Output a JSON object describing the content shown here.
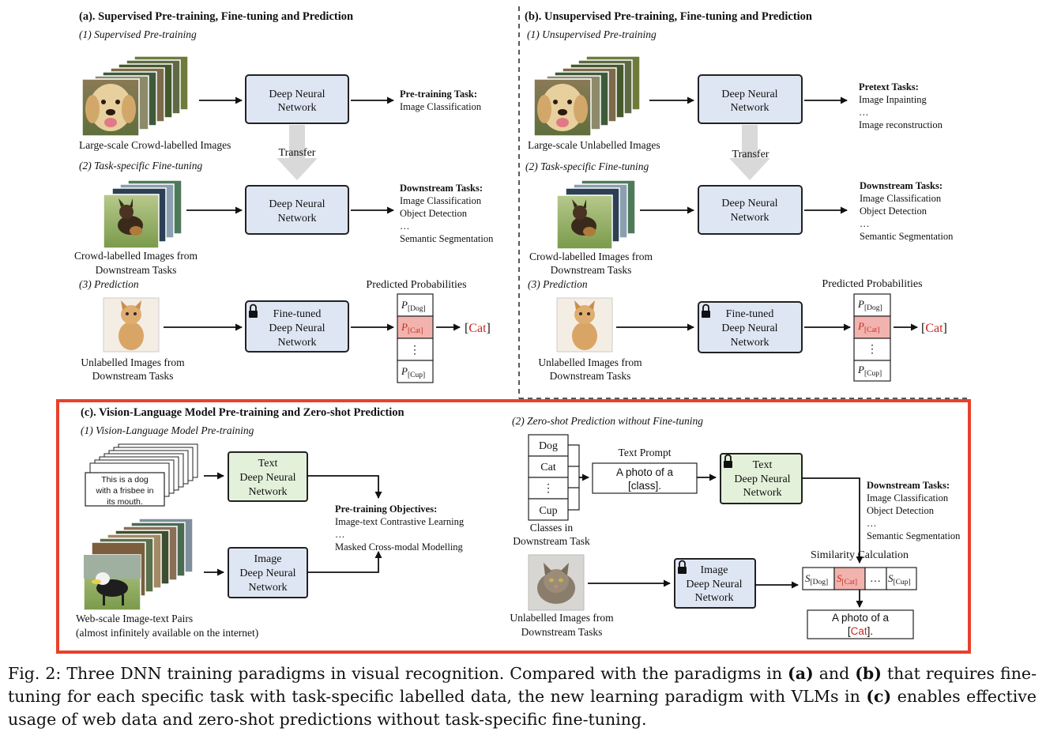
{
  "colors": {
    "dnn_blue": "#dfe6f3",
    "dnn_green": "#e4f1da",
    "highlight_pink": "#f2b3ae",
    "frame_red": "#e8412b",
    "cat_red": "#c62a22",
    "arrow_gray": "#d9d9d9"
  },
  "panel_a": {
    "title": "(a). Supervised Pre-training, Fine-tuning and Prediction",
    "step1": "(1) Supervised Pre-training",
    "step2": "(2) Task-specific Fine-tuning",
    "step3": "(3) Prediction",
    "dnn1_line1": "Deep Neural",
    "dnn1_line2": "Network",
    "dnn2_line1": "Deep Neural",
    "dnn2_line2": "Network",
    "dnn3_line1": "Fine-tuned",
    "dnn3_line2": "Deep Neural",
    "dnn3_line3": "Network",
    "transfer": "Transfer",
    "img1_caption": "Large-scale Crowd-labelled Images",
    "img2_caption_line1": "Crowd-labelled Images from",
    "img2_caption_line2": "Downstream Tasks",
    "img3_caption_line1": "Unlabelled Images from",
    "img3_caption_line2": "Downstream Tasks",
    "task1_title": "Pre-training Task:",
    "task1_items": [
      "Image Classification"
    ],
    "task2_title": "Downstream Tasks:",
    "task2_items": [
      "Image Classification",
      "Object Detection",
      "…",
      "Semantic Segmentation"
    ],
    "pred_title": "Predicted Probabilities",
    "result_prefix": "[",
    "result_word": "Cat",
    "result_suffix": "]"
  },
  "panel_b": {
    "title": "(b). Unsupervised Pre-training, Fine-tuning and Prediction",
    "step1": "(1) Unsupervised Pre-training",
    "step2": "(2) Task-specific Fine-tuning",
    "step3": "(3) Prediction",
    "dnn1_line1": "Deep Neural",
    "dnn1_line2": "Network",
    "dnn2_line1": "Deep Neural",
    "dnn2_line2": "Network",
    "dnn3_line1": "Fine-tuned",
    "dnn3_line2": "Deep Neural",
    "dnn3_line3": "Network",
    "transfer": "Transfer",
    "img1_caption": "Large-scale Unlabelled Images",
    "img2_caption_line1": "Crowd-labelled Images from",
    "img2_caption_line2": "Downstream Tasks",
    "img3_caption_line1": "Unlabelled Images from",
    "img3_caption_line2": "Downstream Tasks",
    "task1_title": "Pretext Tasks:",
    "task1_items": [
      "Image Inpainting",
      "…",
      "Image reconstruction"
    ],
    "task2_title": "Downstream Tasks:",
    "task2_items": [
      "Image Classification",
      "Object Detection",
      "…",
      "Semantic Segmentation"
    ],
    "pred_title": "Predicted Probabilities",
    "result_prefix": "[",
    "result_word": "Cat",
    "result_suffix": "]"
  },
  "prob_cells": {
    "p": "P",
    "dog": "[Dog]",
    "cat": "[Cat]",
    "vdots": "⋮",
    "cup": "[Cup]"
  },
  "panel_c": {
    "title": "(c). Vision-Language Model Pre-training and Zero-shot Prediction",
    "step1": "(1) Vision-Language Model Pre-training",
    "step2": "(2) Zero-shot Prediction without Fine-tuning",
    "text_dnn_line1": "Text",
    "text_dnn_line2": "Deep Neural",
    "text_dnn_line3": "Network",
    "image_dnn_line1": "Image",
    "image_dnn_line2": "Deep Neural",
    "image_dnn_line3": "Network",
    "caption_card_line1": "This is a dog",
    "caption_card_line2": "with a frisbee in",
    "caption_card_line3": "its mouth.",
    "pairs_caption_line1": "Web-scale Image-text Pairs",
    "pairs_caption_line2": "(almost infinitely available on the internet)",
    "objectives_title": "Pre-training Objectives:",
    "objectives_items": [
      "Image-text Contrastive Learning",
      "…",
      "Masked Cross-modal Modelling"
    ],
    "classes": [
      "Dog",
      "Cat",
      "⋮",
      "Cup"
    ],
    "classes_caption_line1": "Classes in",
    "classes_caption_line2": "Downstream Task",
    "text_prompt_label": "Text Prompt",
    "prompt_line1": "A photo of a",
    "prompt_line2": "[class].",
    "zs_text_dnn_line1": "Text",
    "zs_text_dnn_line2": "Deep Neural",
    "zs_text_dnn_line3": "Network",
    "zs_image_dnn_line1": "Image",
    "zs_image_dnn_line2": "Deep Neural",
    "zs_image_dnn_line3": "Network",
    "downstream_title": "Downstream Tasks:",
    "downstream_items": [
      "Image Classification",
      "Object Detection",
      "…",
      "Semantic Segmentation"
    ],
    "similarity_label": "Similarity Calculation",
    "sim_s": "S",
    "sim_dog": "[Dog]",
    "sim_cat": "[Cat]",
    "sim_dots": "…",
    "sim_cup": "[Cup]",
    "unlabelled_caption_line1": "Unlabelled Images from",
    "unlabelled_caption_line2": "Downstream Tasks",
    "result_line1": "A photo of a",
    "result_word": "Cat",
    "result_end": "]."
  },
  "caption": {
    "part1": "Fig. 2: Three DNN training paradigms in visual recognition. Compared with the paradigms in ",
    "a": "(a)",
    "part2": " and ",
    "b": "(b)",
    "part3": " that requires fine-tuning for each specific task with task-specific labelled data, the new learning paradigm with VLMs in ",
    "c": "(c)",
    "part4": " enables effective usage of web data and zero-shot predictions without task-specific fine-tuning."
  }
}
